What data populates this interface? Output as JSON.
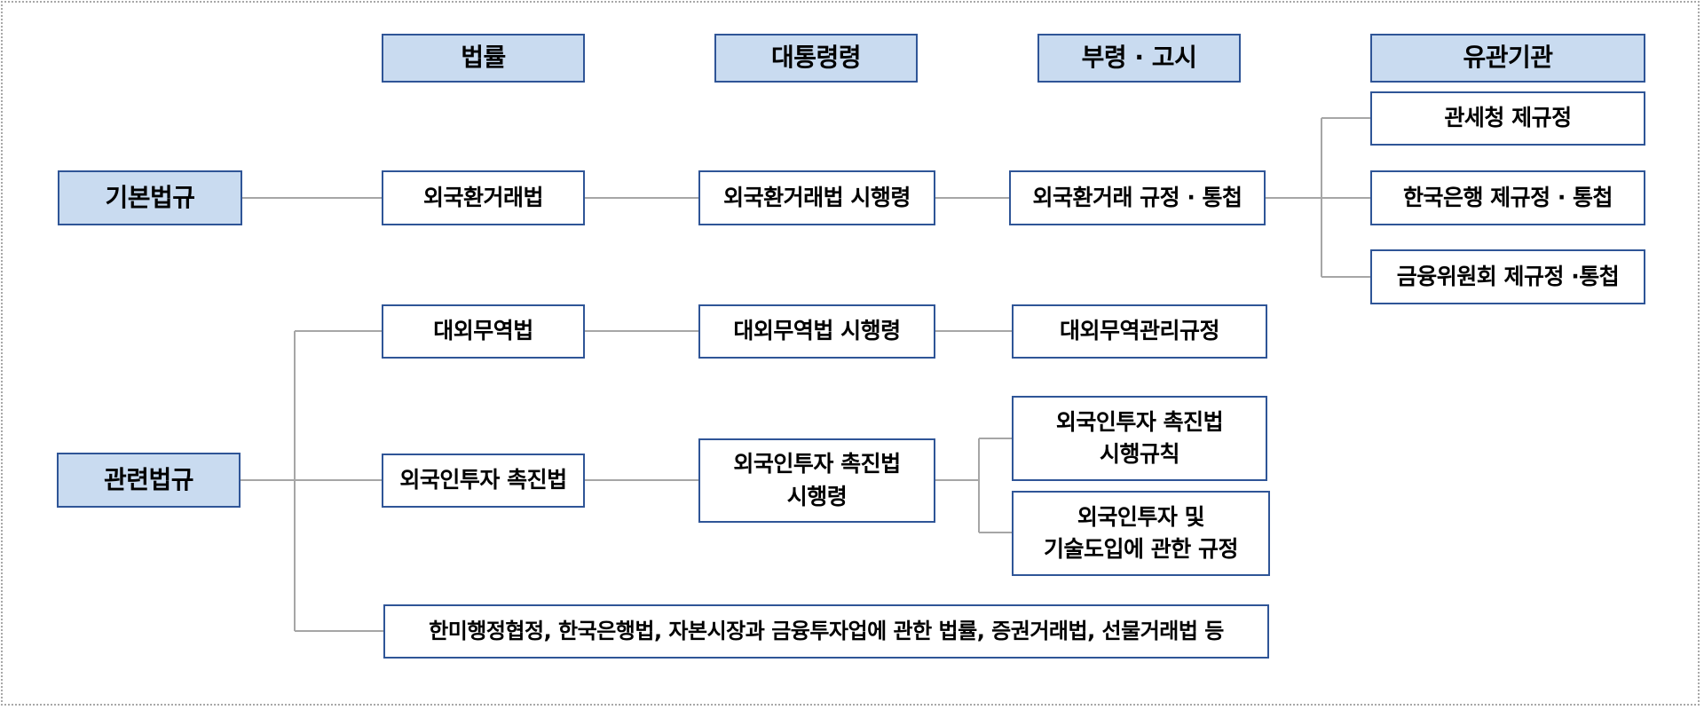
{
  "headers": {
    "law": "법률",
    "decree": "대통령령",
    "ordinance": "부령 · 고시",
    "agencies": "유관기관"
  },
  "categories": {
    "basic": "기본법규",
    "related": "관련법규"
  },
  "basic_row": {
    "law": "외국환거래법",
    "decree": "외국환거래법 시행령",
    "regulation": "외국환거래 규정 · 통첩",
    "agencies": [
      "관세청 제규정",
      "한국은행 제규정 · 통첩",
      "금융위원회 제규정 ·통첩"
    ]
  },
  "trade_row": {
    "law": "대외무역법",
    "decree": "대외무역법 시행령",
    "regulation": "대외무역관리규정"
  },
  "investment_row": {
    "law": "외국인투자 촉진법",
    "decree": "외국인투자 촉진법\n시행령",
    "regulations": [
      "외국인투자 촉진법\n시행규칙",
      "외국인투자 및\n기술도입에 관한 규정"
    ]
  },
  "other_laws": "한미행정협정, 한국은행법, 자본시장과 금융투자업에 관한 법률, 증권거래법, 선물거래법 등"
}
